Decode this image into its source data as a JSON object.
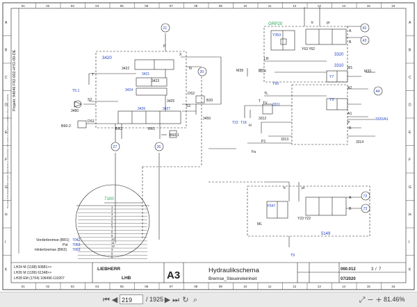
{
  "sheet": {
    "col_numbers": [
      "01",
      "02",
      "03",
      "04",
      "05",
      "06",
      "07",
      "08",
      "09",
      "10",
      "11",
      "12",
      "13",
      "14",
      "15",
      "16"
    ],
    "row_letters": [
      "A",
      "B",
      "C",
      "D",
      "E",
      "F",
      "G",
      "H",
      "I",
      "K"
    ],
    "side_project": "Projekt: 94046 F92-002-HYD-00-DE",
    "side_notice": "The owner of this drawing retains all rights. Reproduction or communication of its contents to third parties is prohibited without express authority.",
    "accent_color": "#1f3fbf",
    "line_color": "#222222"
  },
  "labels": {
    "block_3420": "3420",
    "grp20": "GRP20",
    "n3353": "Y353",
    "n3320": "3320",
    "n3310": "3310",
    "y63y62": "Y63 Y62",
    "m39": "M39",
    "m33": "M33",
    "m1": "M1",
    "mlr": "MLR",
    "lr": "LR",
    "y7": "Y7",
    "y3": "Y3",
    "y50": "Y50",
    "a2": "A2",
    "a1": "A1",
    "tl": "TL",
    "tv": "TV",
    "t": "T",
    "h": "H",
    "n3311": "3311",
    "n3312": "3312",
    "n3313": "3313",
    "n3314": "3314",
    "p": "P",
    "p1": "P1",
    "x": "X",
    "n": "N",
    "n3422": "3422",
    "n3421": "3421",
    "n3423": "3423",
    "n3424": "3424",
    "n3425": "3425",
    "n3426": "3426",
    "n3427": "3427",
    "n3450": "3450",
    "n3480": "3480",
    "s1": "S1",
    "s2": "S2",
    "ds1": "DS1",
    "ds2": "DS2",
    "b20": "B20",
    "b60_2": "B60-2",
    "b60_1": "B60-1",
    "br1": "BR1",
    "br2": "BR2",
    "t51": "T5.1",
    "t22": "T22",
    "t18": "T18",
    "fa": "Fa",
    "b": "B",
    "a": "A",
    "n3320a1": "3320/A1",
    "n3450b": "3450",
    "y547": "Y547",
    "y23y22": "Y23 Y22",
    "n5149": "5149",
    "ml": "ML",
    "t9": "T9",
    "tr": "tr",
    "pr": "pr"
  },
  "circles": [
    "21",
    "20",
    "42",
    "43",
    "44",
    "27",
    "26",
    "72",
    "73"
  ],
  "connector": {
    "title": "7100",
    "pin_numbers": [
      "1",
      "2",
      "3",
      "4",
      "5",
      "6",
      "7",
      "8",
      "9",
      "10",
      "11",
      "12",
      "3",
      "9",
      "8"
    ],
    "rows": [
      {
        "label": "Vorderbremse (BR1)",
        "ref": "7042"
      },
      {
        "label": "Pst",
        "ref": "7063"
      },
      {
        "label": "Hinterbremse (BR2)",
        "ref": "7063"
      }
    ]
  },
  "title_block": {
    "variants": [
      "LH24 M (1198) 60881>>",
      "LH26 M (1199) 61348>>",
      "LH28 EM (1704) 106496-110207"
    ],
    "brand": "LIEBHERR",
    "division": "LHB",
    "format": "A3",
    "title": "Hydraulikschema",
    "subtitle": "Bremse_Steuereleinheit",
    "doc_number": "060.012",
    "page": "3",
    "pages": "7",
    "date": "07/2020"
  },
  "viewer": {
    "page_input": "219",
    "page_total": "/ 1925",
    "zoom": "81.46%"
  }
}
